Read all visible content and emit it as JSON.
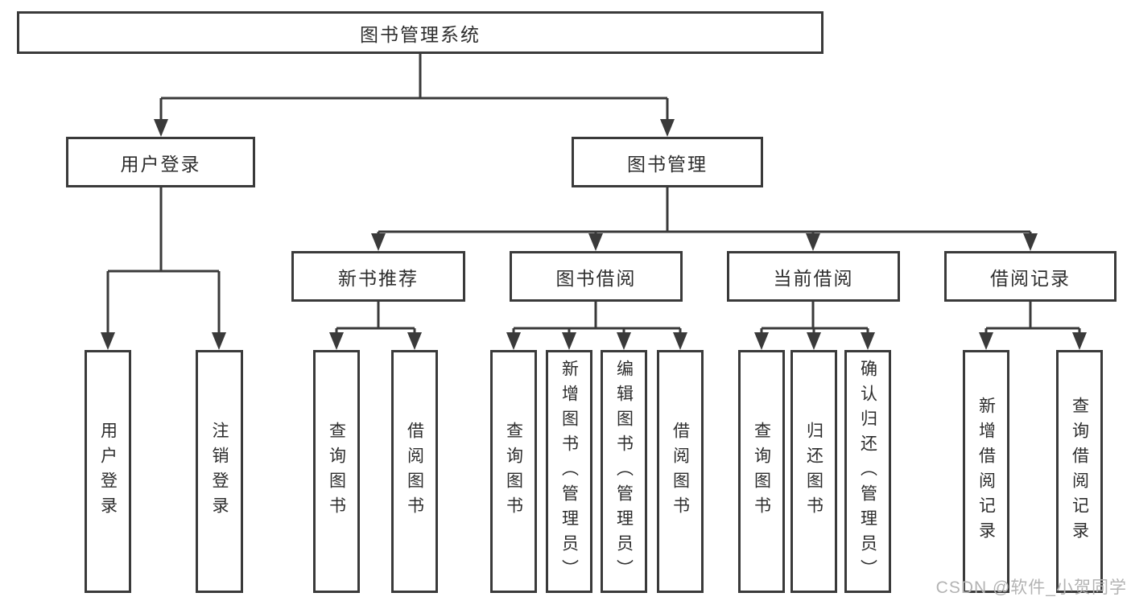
{
  "tree": {
    "root": "图书管理系统",
    "branches": [
      {
        "label": "用户登录",
        "children": [
          "用户登录",
          "注销登录"
        ]
      },
      {
        "label": "图书管理",
        "groups": [
          {
            "label": "新书推荐",
            "children": [
              "查询图书",
              "借阅图书"
            ]
          },
          {
            "label": "图书借阅",
            "children": [
              "查询图书",
              "新增图书（管理员）",
              "编辑图书（管理员）",
              "借阅图书"
            ]
          },
          {
            "label": "当前借阅",
            "children": [
              "查询图书",
              "归还图书",
              "确认归还（管理员）"
            ]
          },
          {
            "label": "借阅记录",
            "children": [
              "新增借阅记录",
              "查询借阅记录"
            ]
          }
        ]
      }
    ]
  },
  "watermark": "CSDN @软件_小贺同学",
  "colors": {
    "line": "#3a3a3a",
    "text": "#2d2d2d",
    "watermark": "#b3b3b3",
    "background": "#ffffff"
  }
}
